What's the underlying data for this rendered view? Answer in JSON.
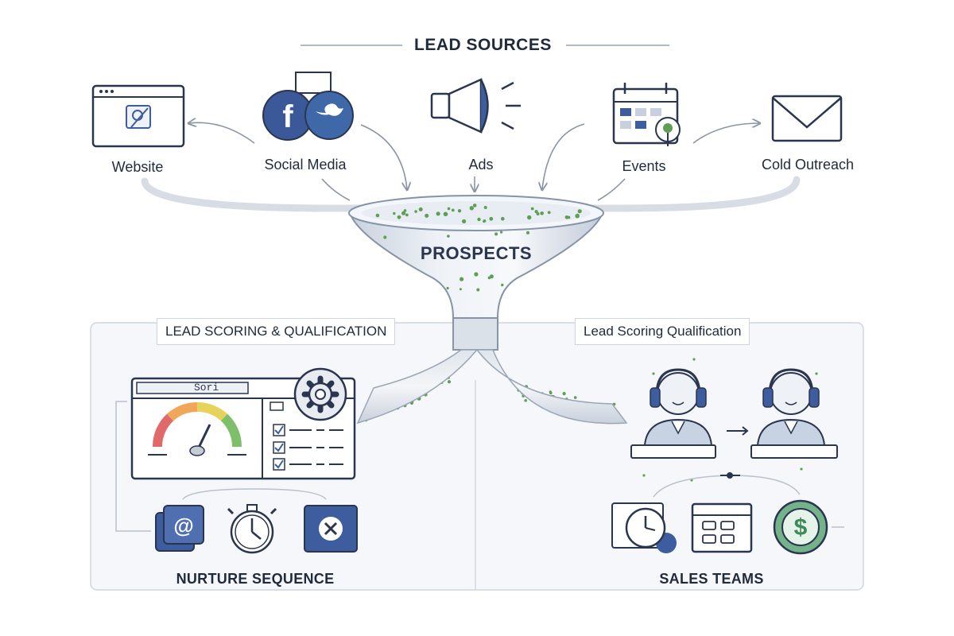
{
  "header": {
    "title": "LEAD SOURCES"
  },
  "sources": [
    {
      "label": "Website",
      "icon": "browser-window-icon"
    },
    {
      "label": "Social Media",
      "icon": "facebook-twitter-icon"
    },
    {
      "label": "Ads",
      "icon": "megaphone-icon"
    },
    {
      "label": "Events",
      "icon": "calendar-icon"
    },
    {
      "label": "Cold Outreach",
      "icon": "envelope-icon"
    }
  ],
  "funnel": {
    "label": "PROSPECTS"
  },
  "left_panel": {
    "box_title": "LEAD SCORING & QUALIFICATION",
    "dashboard_header": "Sori",
    "footer": "NURTURE SEQUENCE",
    "social_glyphs": {
      "facebook": "f"
    },
    "nurture_icons": [
      "email-icon",
      "stopwatch-icon",
      "close-icon"
    ],
    "email_glyph": "@"
  },
  "right_panel": {
    "box_title": "Lead Scoring Qualification",
    "footer": "SALES TEAMS",
    "tools": [
      "clock-icon",
      "calendar-grid-icon",
      "dollar-icon"
    ],
    "dollar_glyph": "$"
  },
  "colors": {
    "ink": "#2a3550",
    "navy": "#3e5d9e",
    "facebook": "#3b5998",
    "twitter": "#3f68a8",
    "accent_green": "#5f9e55",
    "money_green": "#74b38a",
    "gauge_red": "#e06a6a",
    "gauge_orange": "#f2a65a",
    "gauge_yellow": "#e6d35c",
    "gauge_green": "#7ebf6a",
    "panel_border": "#cfd5de"
  }
}
